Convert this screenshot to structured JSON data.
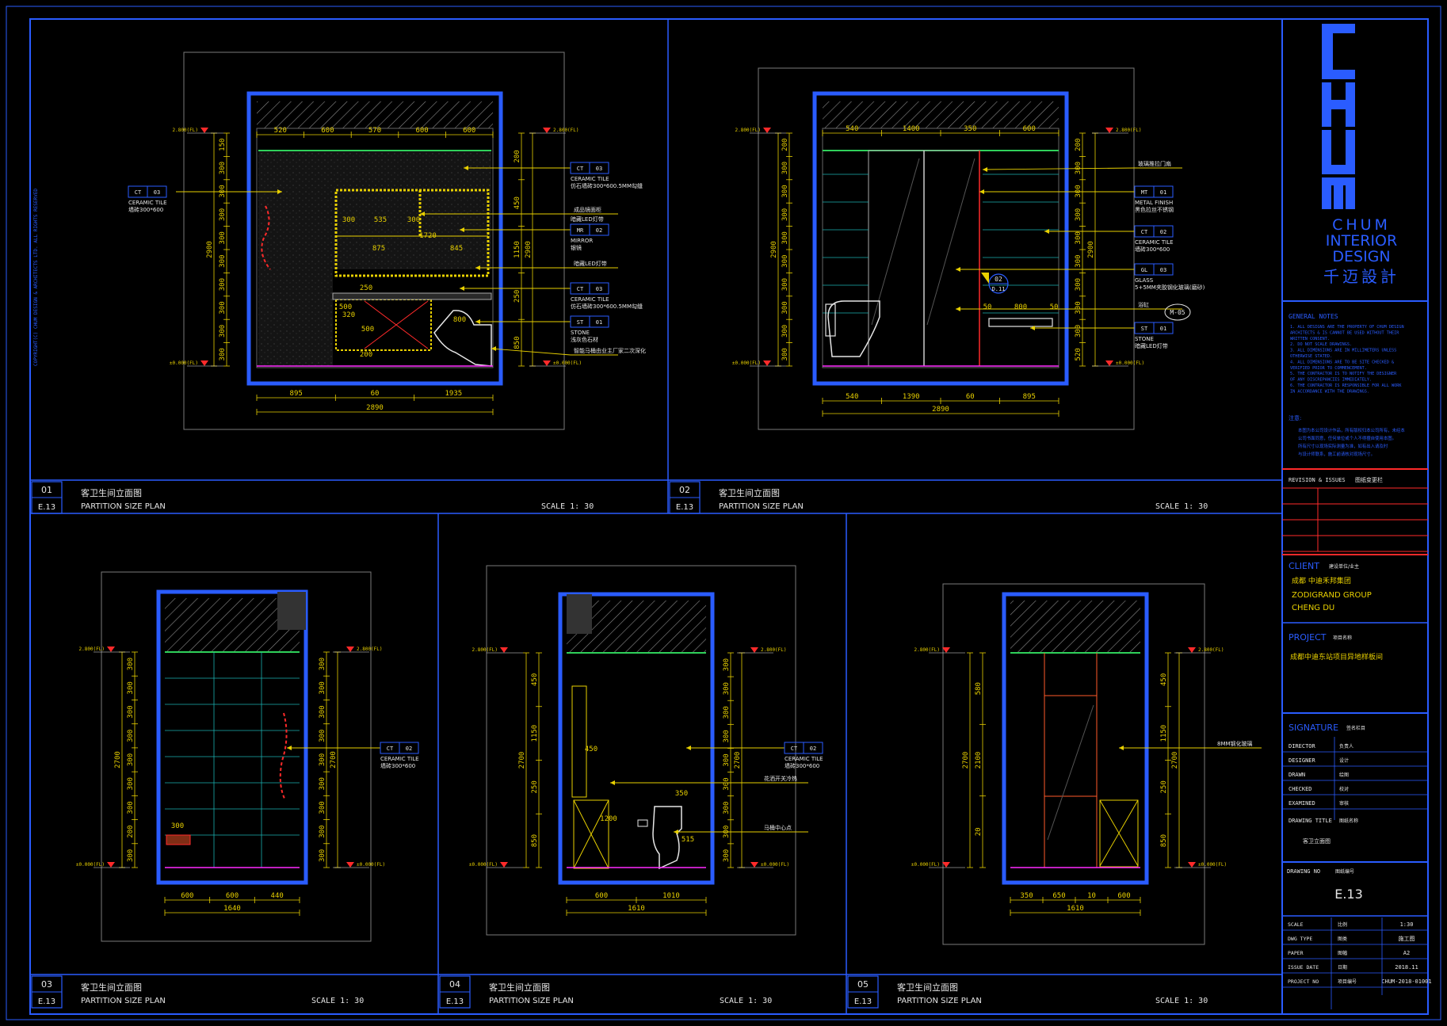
{
  "colors": {
    "frame": "#2a5cff",
    "dim": "#e8d000",
    "text": "#e6e6e6",
    "accent_red": "#ff2a2a",
    "hatch": "#8a8a8a",
    "green": "#2fd05a",
    "cyan": "#1ab0b0"
  },
  "brand": {
    "logo_letters": "CHUM",
    "line1": "CHUM",
    "line2": "INTERIOR",
    "line3": "DESIGN",
    "cn": "千迈設計"
  },
  "notes": {
    "title": "GENERAL NOTES",
    "lines": [
      "1. ALL DESIGNS ARE THE PROPERTY OF CHUM DESIGN",
      "ARCHITECTS & IS CANNOT BE USED WITHOUT THEIR",
      "WRITTEN CONSENT.",
      "2. DO NOT SCALE DRAWINGS.",
      "3. ALL DIMENSIONS ARE IN MILLIMETERS UNLESS",
      "OTHERWISE STATED.",
      "4. ALL DIMENSIONS ARE TO BE SITE CHECKED &",
      "VERIFIED PRIOR TO COMMENCEMENT.",
      "5. THE CONTRACTOR IS TO NOTIFY THE DESIGNER",
      "OF ANY DISCREPANCIES IMMEDIATELY.",
      "6. THE CONTRACTOR IS RESPONSIBLE FOR ALL WORK",
      "IN ACCORDANCE WITH THE DRAWINGS."
    ],
    "cn_title": "注意:",
    "cn_lines": [
      "本图为本公司设计作品，所有版权归本公司所有，未经本",
      "公司书面同意，任何单位或个人不得擅自使用本图。",
      "所有尺寸以现场实际测量为准，如有出入请及时",
      "与设计师联系，施工前请核对现场尺寸。"
    ]
  },
  "revision": {
    "label": "REVISION & ISSUES",
    "cn": "图纸变更栏"
  },
  "client": {
    "label": "CLIENT",
    "cn_label": "建设单位/业主",
    "name_cn": "成都 中迪禾邦集团",
    "name_en1": "ZODIGRAND GROUP",
    "name_en2": "CHENG DU"
  },
  "project": {
    "label": "PROJECT",
    "cn_label": "项目名称",
    "name": "成都中迪东站项目异地样板间"
  },
  "signature": {
    "label": "SIGNATURE",
    "cn_label": "签名栏目",
    "rows": [
      {
        "k": "DIRECTOR",
        "v": "负责人"
      },
      {
        "k": "DESIGNER",
        "v": "设计"
      },
      {
        "k": "DRAWN",
        "v": "绘图"
      },
      {
        "k": "CHECKED",
        "v": "校对"
      },
      {
        "k": "EXAMINED",
        "v": "审核"
      }
    ]
  },
  "drawing_title": {
    "label": "DRAWING TITLE",
    "cn_label": "图纸名称",
    "value": "客卫立面图"
  },
  "drawing_no": {
    "label": "DRAWING NO",
    "cn_label": "图纸编号",
    "value": "E.13"
  },
  "meta": [
    {
      "k": "SCALE",
      "cn": "比例",
      "v": "1:30"
    },
    {
      "k": "DWG TYPE",
      "cn": "图类",
      "v": "施工图"
    },
    {
      "k": "PAPER",
      "cn": "图幅",
      "v": "A2"
    },
    {
      "k": "ISSUE DATE",
      "cn": "日期",
      "v": "2018.11"
    },
    {
      "k": "PROJECT NO",
      "cn": "项目编号",
      "v": "CHUM-2018-01001"
    }
  ],
  "views": [
    {
      "num": "01",
      "ref": "E.13",
      "title_cn": "客卫生间立面图",
      "title_en": "PARTITION SIZE PLAN",
      "scale": "SCALE  1:    30"
    },
    {
      "num": "02",
      "ref": "E.13",
      "title_cn": "客卫生间立面图",
      "title_en": "PARTITION SIZE PLAN",
      "scale": "SCALE  1:    30"
    },
    {
      "num": "03",
      "ref": "E.13",
      "title_cn": "客卫生间立面图",
      "title_en": "PARTITION SIZE PLAN",
      "scale": "SCALE  1:    30"
    },
    {
      "num": "04",
      "ref": "E.13",
      "title_cn": "客卫生间立面图",
      "title_en": "PARTITION SIZE PLAN",
      "scale": "SCALE  1:    30"
    },
    {
      "num": "05",
      "ref": "E.13",
      "title_cn": "客卫生间立面图",
      "title_en": "PARTITION SIZE PLAN",
      "scale": "SCALE  1:    30"
    }
  ],
  "v1": {
    "top_dims": [
      "520",
      "600",
      "570",
      "600",
      "600"
    ],
    "bottom_dims": [
      "895",
      "60",
      "1935"
    ],
    "total": "2890",
    "left_dims": [
      "150",
      "300",
      "300",
      "300",
      "300",
      "300",
      "300",
      "300",
      "300",
      "300"
    ],
    "left_total": "2900",
    "right_dims": [
      "200",
      "450",
      "1150",
      "250",
      "850"
    ],
    "right_total": "2900",
    "inner_dims": [
      "535",
      "300",
      "300",
      "1720",
      "875",
      "845",
      "250",
      "500",
      "800",
      "200",
      "320",
      "500"
    ],
    "levels": [
      "2.800(FL)",
      "±0.000(FL)",
      "2.800(FL)",
      "±0.000(FL)"
    ],
    "tag_left": {
      "code": "CT",
      "num": "03",
      "l1": "CERAMIC TILE",
      "l2": "墙砖300*600"
    },
    "callouts": [
      {
        "code": "CT",
        "num": "03",
        "l1": "CERAMIC TILE",
        "l2": "仿石墙砖300*600.5MM勾缝"
      },
      {
        "code": "",
        "num": "",
        "l1": "成品镜面柜",
        "l2": "暗藏LED灯带"
      },
      {
        "code": "MR",
        "num": "02",
        "l1": "MIRROR",
        "l2": "银镜"
      },
      {
        "code": "",
        "num": "",
        "l1": "暗藏LED灯带",
        "l2": ""
      },
      {
        "code": "CT",
        "num": "03",
        "l1": "CERAMIC TILE",
        "l2": "仿石墙砖300*600.5MM勾缝"
      },
      {
        "code": "ST",
        "num": "01",
        "l1": "STONE",
        "l2": "浅灰色石材"
      },
      {
        "code": "",
        "num": "",
        "l1": "智能马桶由业主厂家二次深化",
        "l2": ""
      }
    ]
  },
  "v2": {
    "top_dims": [
      "540",
      "1400",
      "350",
      "600"
    ],
    "bottom_dims": [
      "540",
      "1390",
      "60",
      "895"
    ],
    "total": "2890",
    "left_dims": [
      "200",
      "300",
      "300",
      "300",
      "300",
      "300",
      "300",
      "300",
      "300",
      "300"
    ],
    "left_total": "2900",
    "right_dims": [
      "200",
      "300",
      "300",
      "300",
      "300",
      "300",
      "300",
      "300",
      "300",
      "520"
    ],
    "right_total": "2900",
    "inner_dims": [
      "50",
      "800",
      "50"
    ],
    "levels": [
      "2.800(FL)",
      "±0.000(FL)",
      "2.800(FL)",
      "±0.000(FL)"
    ],
    "section": {
      "num": "02",
      "ref": "D.11"
    },
    "elev": "M-05",
    "callouts": [
      {
        "code": "",
        "num": "",
        "l1": "玻璃推拉门扇",
        "l2": ""
      },
      {
        "code": "MT",
        "num": "01",
        "l1": "METAL FINISH",
        "l2": "黑色拉丝不锈钢"
      },
      {
        "code": "CT",
        "num": "02",
        "l1": "CERAMIC TILE",
        "l2": "墙砖300*600"
      },
      {
        "code": "GL",
        "num": "03",
        "l1": "GLASS",
        "l2": "5+5MM夹胶钢化玻璃(磨砂)"
      },
      {
        "code": "",
        "num": "",
        "l1": "浴缸",
        "l2": ""
      },
      {
        "code": "ST",
        "num": "01",
        "l1": "STONE",
        "l2": "暗藏LED灯带"
      }
    ]
  },
  "v3": {
    "bottom_dims": [
      "600",
      "600",
      "440"
    ],
    "total": "1640",
    "left_dims": [
      "300",
      "300",
      "300",
      "300",
      "300",
      "300",
      "300",
      "200",
      "300"
    ],
    "left_total": "2700",
    "right_dims": [
      "300",
      "300",
      "300",
      "300",
      "300",
      "300",
      "300",
      "300",
      "300"
    ],
    "right_total": "2700",
    "inner_dims": [
      "300"
    ],
    "levels": [
      "2.800(FL)",
      "±0.000(FL)",
      "2.800(FL)",
      "±0.000(FL)"
    ],
    "callout": {
      "code": "CT",
      "num": "02",
      "l1": "CERAMIC TILE",
      "l2": "墙砖300*600"
    }
  },
  "v4": {
    "bottom_dims": [
      "600",
      "1010"
    ],
    "total": "1610",
    "left_dims": [
      "450",
      "1150",
      "250",
      "850"
    ],
    "left_total": "2700",
    "right_dims": [
      "300",
      "300",
      "300",
      "300",
      "300",
      "300",
      "300",
      "300",
      "300"
    ],
    "right_total": "2700",
    "inner_dims": [
      "450",
      "1200",
      "350",
      "515"
    ],
    "levels": [
      "2.800(FL)",
      "±0.000(FL)",
      "2.800(FL)",
      "±0.000(FL)"
    ],
    "callouts": [
      {
        "code": "CT",
        "num": "02",
        "l1": "CERAMIC TILE",
        "l2": "墙砖300*600"
      },
      {
        "code": "",
        "num": "",
        "l1": "花洒开关冷热",
        "l2": ""
      },
      {
        "code": "",
        "num": "",
        "l1": "马桶中心点",
        "l2": ""
      }
    ]
  },
  "v5": {
    "bottom_dims": [
      "350",
      "650",
      "10",
      "600"
    ],
    "total": "1610",
    "left_dims": [
      "580",
      "2100",
      "20"
    ],
    "left_total": "2700",
    "right_dims": [
      "450",
      "1150",
      "250",
      "850"
    ],
    "right_total": "2700",
    "levels": [
      "2.800(FL)",
      "±0.000(FL)",
      "2.800(FL)",
      "±0.000(FL)"
    ],
    "callout": {
      "code": "",
      "num": "",
      "l1": "8MM钢化玻璃",
      "l2": ""
    }
  },
  "side_text": "COPYRIGHT(C) CHUM DESIGN & ARCHITECTS LTD. ALL RIGHTS RESERVED"
}
